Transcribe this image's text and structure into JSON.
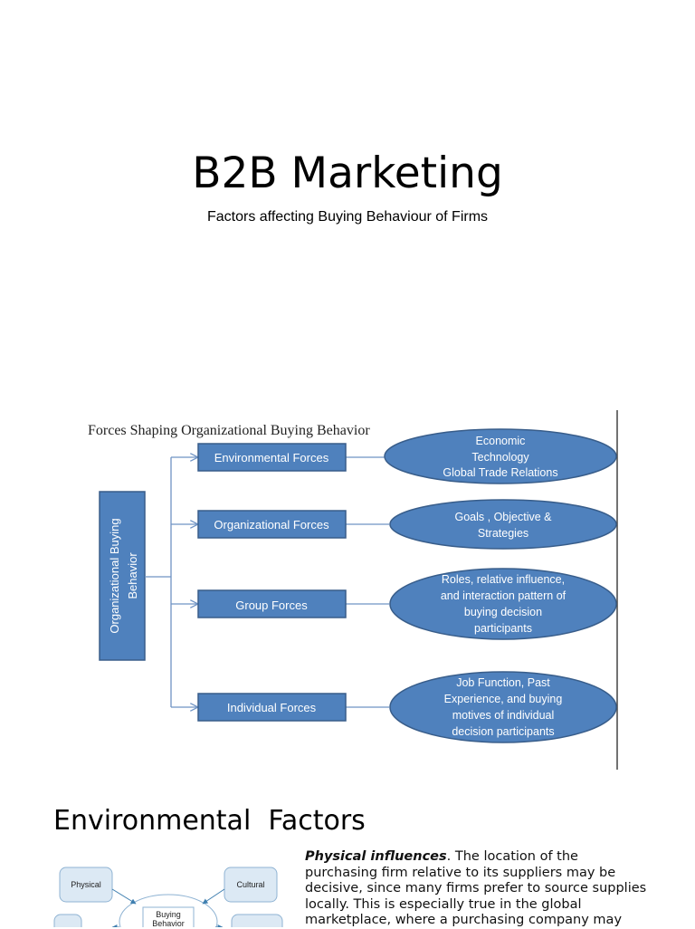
{
  "title": "B2B Marketing",
  "subtitle": "Factors affecting Buying Behaviour of Firms",
  "diagram": {
    "heading": "Forces Shaping Organizational Buying Behavior",
    "central_label_line1": "Organizational Buying",
    "central_label_line2": "Behavior",
    "forces": [
      {
        "label": "Environmental Forces",
        "detail": [
          "Economic",
          "Technology",
          "Global Trade Relations"
        ]
      },
      {
        "label": "Organizational Forces",
        "detail": [
          "Goals , Objective &",
          "Strategies"
        ]
      },
      {
        "label": "Group Forces",
        "detail": [
          "Roles, relative influence,",
          "and interaction pattern of",
          "buying  decision",
          "participants"
        ]
      },
      {
        "label": "Individual  Forces",
        "detail": [
          "Job Function, Past",
          "Experience, and buying",
          "motives of individual",
          "decision participants"
        ]
      }
    ],
    "colors": {
      "fill": "#4f81bd",
      "stroke": "#385d8a",
      "connector": "#6f93c4"
    }
  },
  "section": {
    "heading": "Environmental  Factors",
    "mini_diagram": {
      "nodes": [
        "Physical",
        "Cultural",
        "Buying",
        "Behavior"
      ]
    },
    "paragraph": {
      "lead": "Physical influences",
      "text": ". The location of the purchasing firm relative to its suppliers may be decisive, since many firms prefer to source supplies locally. This is especially true in the global marketplace, where a purchasing company may"
    }
  }
}
